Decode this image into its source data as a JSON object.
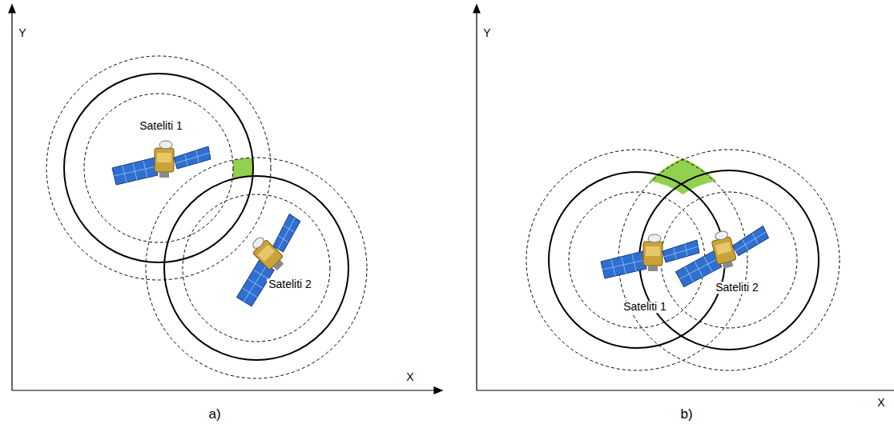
{
  "diagram": {
    "labels": [
      "Y",
      "X",
      "Sateliti 1",
      "Sateliti 2",
      "a)",
      "Y",
      "X",
      "Sateliti 1",
      "Sateliti 2",
      "b)"
    ]
  }
}
